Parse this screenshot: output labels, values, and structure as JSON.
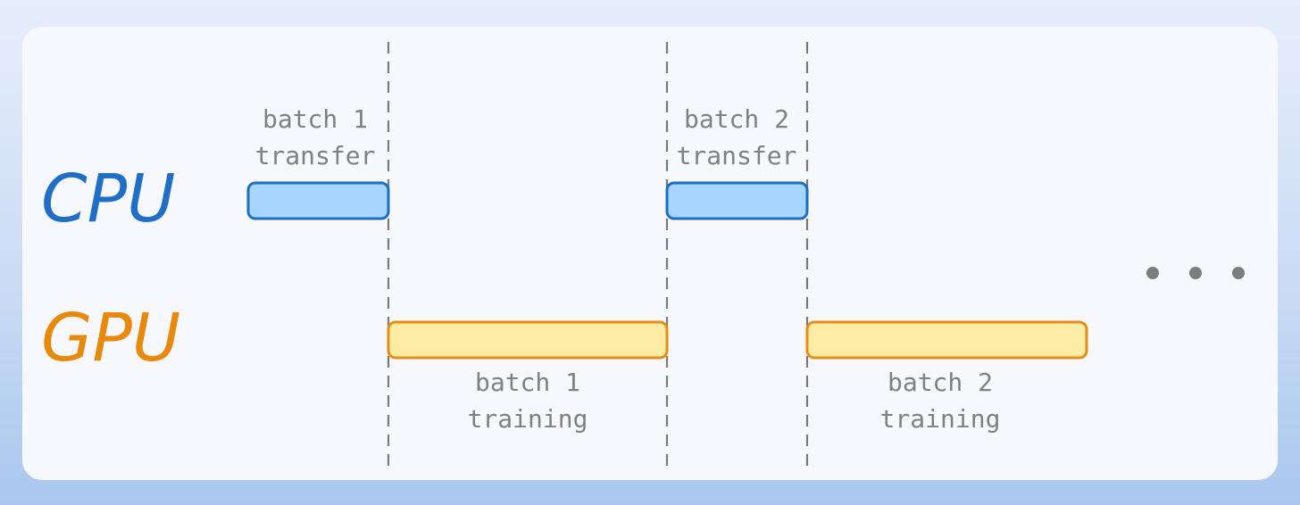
{
  "lanes": {
    "cpu": {
      "label": "CPU",
      "color": "#1f6fc6"
    },
    "gpu": {
      "label": "GPU",
      "color": "#e8890c"
    }
  },
  "cpu_tasks": [
    {
      "line1": "batch 1",
      "line2": "transfer"
    },
    {
      "line1": "batch 2",
      "line2": "transfer"
    }
  ],
  "gpu_tasks": [
    {
      "line1": "batch 1",
      "line2": "training"
    },
    {
      "line1": "batch 2",
      "line2": "training"
    }
  ],
  "continuation_icon": "ellipsis-icon"
}
